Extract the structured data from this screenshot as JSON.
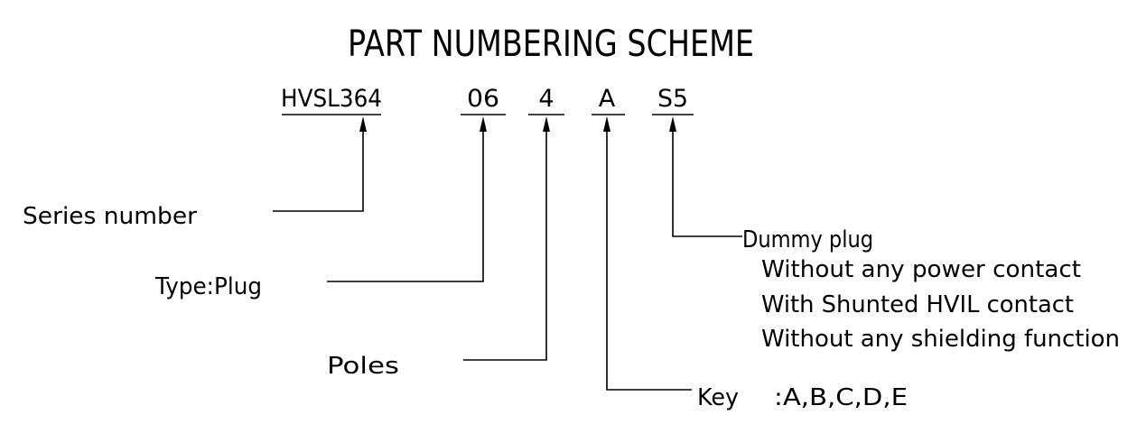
{
  "title": "PART NUMBERING SCHEME",
  "segments": [
    {
      "id": "series",
      "code": "HVSL364"
    },
    {
      "id": "type",
      "code": "06"
    },
    {
      "id": "poles",
      "code": "4"
    },
    {
      "id": "key",
      "code": "A"
    },
    {
      "id": "dummy",
      "code": "S5"
    }
  ],
  "labels": {
    "series": "Series number",
    "type": "Type:Plug",
    "poles": "Poles",
    "key": "Key",
    "key_options": ":A,B,C,D,E",
    "dummy": "Dummy plug",
    "dummy_details": [
      "Without any power contact",
      "With Shunted HVIL contact",
      "Without any shielding function"
    ]
  }
}
